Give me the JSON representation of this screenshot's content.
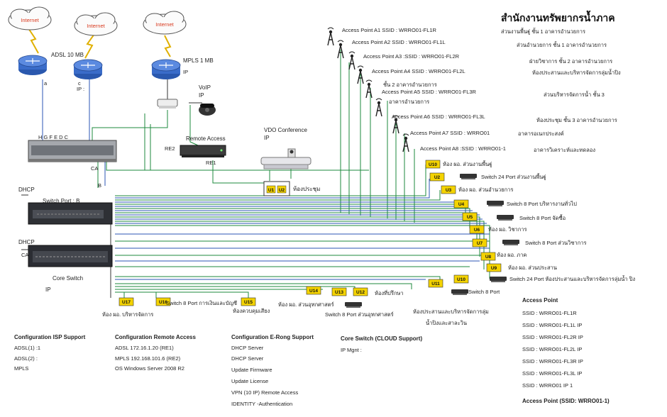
{
  "title": "สำนักงานทรัพยากรน้ำภาค",
  "clouds": [
    {
      "label": "Internet"
    },
    {
      "label": "Internet"
    },
    {
      "label": "Internet"
    }
  ],
  "routers": {
    "adsl_label": "ADSL 10 MB",
    "mpls_label": "MPLS 1 MB",
    "ip_label": "IP :",
    "ip_label2": "IP",
    "port_a": "a",
    "port_c": "c"
  },
  "voip": {
    "label": "VoIP",
    "ip": "IP"
  },
  "remote_access": {
    "label": "Remote Access",
    "re2": "RE2",
    "re1": "RE1"
  },
  "vdo": {
    "label": "VDO Conference",
    "ip": "IP"
  },
  "meeting": {
    "label": "ห้องประชุม",
    "u1": "U1",
    "u2": "U2"
  },
  "switch_top": {
    "ports": "H  G  F  E  D  C",
    "ca": "CA"
  },
  "labels": {
    "dhcp1": "DHCP",
    "dhcp2": "DHCP",
    "switch_port_b": "Switch Port : B",
    "b": "B",
    "ca": "CA",
    "core_switch": "Core Switch",
    "ip": "IP"
  },
  "access_points": [
    {
      "label": "Access Point A1  SSID : WRRO01-FL1R"
    },
    {
      "label": "Access Point A2  SSID : WRRO01-FL1L"
    },
    {
      "label": "Access Point A3 :SSID : WRRO01-FL2R"
    },
    {
      "label": "Access Point A4  SSID : WRRO01-FL2L"
    },
    {
      "label": "Access Point A5  SSID : WRRO01-FL3R"
    },
    {
      "label": "Access Point A6  SSID : WRRO01-FL3L"
    },
    {
      "label": "Access Point A7  SSID : WRRO01"
    },
    {
      "label": "Access Point A8 :SSID : WRRO01-1"
    }
  ],
  "ap_sublabels": {
    "a4": "ชั้น 2 อาคารอำนวยการ",
    "a5": "อาคารอำนวยการ"
  },
  "ap_locations": [
    "ส่วนงานพื้นฐู่ ชั้น 1 อาคารอำนวยการ",
    "ส่วนอำนวยการ ชั้น 1 อาคารอำนวยการ",
    "ฝ่ายวิชาการ ชั้น 2 อาคารอำนวยการ",
    "ห้องประสานและบริหารจัดการลุ่มน้ำปิง",
    "ส่วนบริหารจัดการน้ำ ชั้น 3",
    "ห้องประชุม ชั้น 3 อาคารอำนวยการ",
    "อาคารอเนกประสงค์",
    "อาคารวิเคราะห์และทดลอง"
  ],
  "right_units": [
    {
      "id": "U10",
      "text": "ห้อง ผอ. ส่วนงานพื้นฐู่"
    },
    {
      "id": "U2",
      "text": "Switch 24 Port ส่วนงานพื้นฐู่"
    },
    {
      "id": "U3",
      "text": "ห้อง ผอ. ส่วนอำนวยการ"
    },
    {
      "id": "U4",
      "text": "Switch 8 Port บริหารงานทั่วไป"
    },
    {
      "id": "U5",
      "text": "Switch 8 Port จัดซื้อ"
    },
    {
      "id": "U6",
      "text": "ห้อง ผอ. วิชาการ"
    },
    {
      "id": "U7",
      "text": "Switch 8 Port ส่วนวิชาการ"
    },
    {
      "id": "U8",
      "text": "ห้อง ผอ. ภาค"
    },
    {
      "id": "U9",
      "text": "ห้อง ผอ. ส่วนประสาน"
    },
    {
      "id": "U10",
      "text": "Switch 24 Port ห้องประสานและบริหารจัดการลุ่มน้ำ ปิง"
    },
    {
      "id": "U11",
      "text": "Switch 8 Port"
    }
  ],
  "bottom_units": [
    {
      "id": "U17",
      "text": "ห้อง ผอ. บริหารจัดการ"
    },
    {
      "id": "U16",
      "text": "Switch 8 Port การเงินและบัญชี"
    },
    {
      "id": "U15",
      "text": "ห้องควบคุมเสียง"
    },
    {
      "id": "U14",
      "text": "ห้อง ผอ. ส่วนอุทกศาสตร์"
    },
    {
      "id": "U13",
      "text": "Switch 8 Port ส่วนอุทกศาสตร์"
    },
    {
      "id": "U12",
      "text": "ห้องที่ปรึกษา"
    },
    {
      "id": "",
      "text": "ห้องประสานและบริหารจัดการลุ่ม"
    },
    {
      "id": "",
      "text": "น้ำปิงและสาละวิน"
    }
  ],
  "config_isp": {
    "title": "Configuration ISP Support",
    "lines": [
      "ADSL(1) :1",
      "ADSL(2) :",
      "MPLS"
    ]
  },
  "config_remote": {
    "title": "Configuration Remote Access",
    "lines": [
      "ADSL  172.16.1.20 (RE1)",
      "MPLS 192.168.101.6 (RE2)",
      "OS Windows Server 2008 R2"
    ]
  },
  "config_erong": {
    "title": "Configuration  E-Rong Support",
    "lines": [
      "DHCP Server",
      "DHCP Server",
      "Update Firmware",
      "Update License",
      "VPN (10 IP) Remote Access",
      "IDENTITY  -Authentication"
    ]
  },
  "config_core": {
    "title": "Core Switch (CLOUD Support)",
    "lines": [
      "IP Mgnt :"
    ]
  },
  "ap_summary": {
    "title": "Access Point",
    "lines": [
      "SSID : WRRO01-FL1R",
      "SSID : WRRO01-FL1L  IP",
      "SSID : WRRO01-FL2R  IP",
      "SSID : WRRO01-FL2L  IP",
      "SSID : WRRO01-FL3R  IP",
      "SSID : WRRO01-FL3L  IP",
      "SSID : WRRO01  IP  1"
    ],
    "footer": "Access Point  (SSID: WRRO01-1)"
  },
  "colors": {
    "green": "#1d8a3d",
    "blue": "#2b54b5",
    "yellow": "#f4d300",
    "router": "#2e5fb8",
    "cloud_text": "#d83a1f"
  }
}
